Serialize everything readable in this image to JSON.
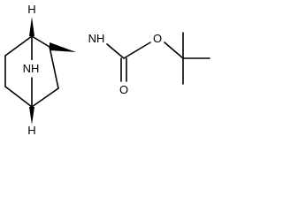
{
  "molecule": {
    "labels": {
      "h_top": "H",
      "h_bottom": "H",
      "nh_bridge": "NH",
      "nh_carbamate": "NH",
      "o_carbonyl": "O",
      "o_ester": "O"
    }
  }
}
